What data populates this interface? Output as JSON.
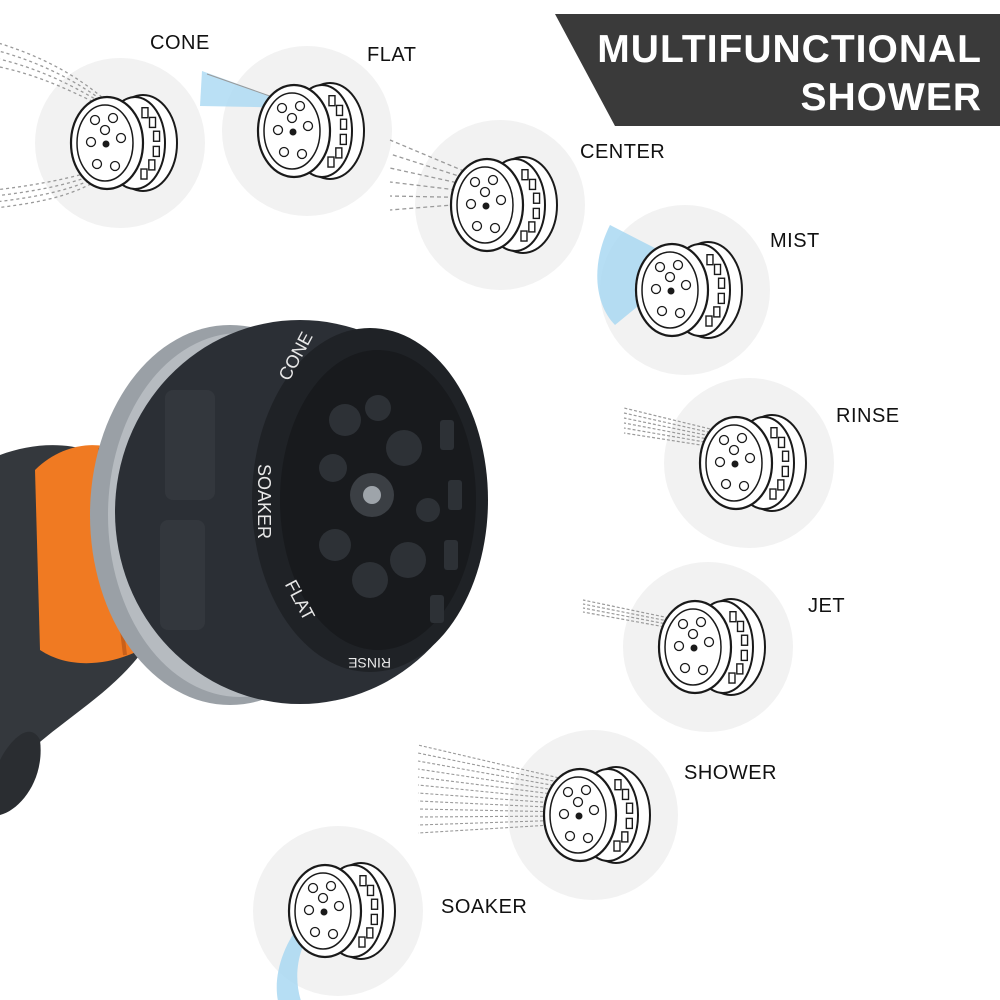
{
  "banner": {
    "line1": "MULTIFUNCTIONAL",
    "line2": "SHOWER",
    "color": "#3a3a3a"
  },
  "nozzle": {
    "ring_labels": [
      "CONE",
      "SOAKER",
      "FLAT",
      "RINSE"
    ],
    "body_color": "#2b2f35",
    "face_color": "#1f2226",
    "grip_color": "#9aa0a6",
    "accent_color": "#f07a22",
    "handle_color": "#34383d"
  },
  "spray_modes": [
    {
      "id": "cone",
      "label": "CONE",
      "spray": "cone"
    },
    {
      "id": "flat",
      "label": "FLAT",
      "spray": "fan"
    },
    {
      "id": "center",
      "label": "CENTER",
      "spray": "lines"
    },
    {
      "id": "mist",
      "label": "MIST",
      "spray": "mist"
    },
    {
      "id": "rinse",
      "label": "RINSE",
      "spray": "dense"
    },
    {
      "id": "jet",
      "label": "JET",
      "spray": "jet"
    },
    {
      "id": "shower",
      "label": "SHOWER",
      "spray": "shower"
    },
    {
      "id": "soaker",
      "label": "SOAKER",
      "spray": "soaker"
    }
  ],
  "colors": {
    "circle_bg": "#f2f2f2",
    "line_art": "#1a1a1a",
    "water_blue": "#a9d8f2"
  }
}
